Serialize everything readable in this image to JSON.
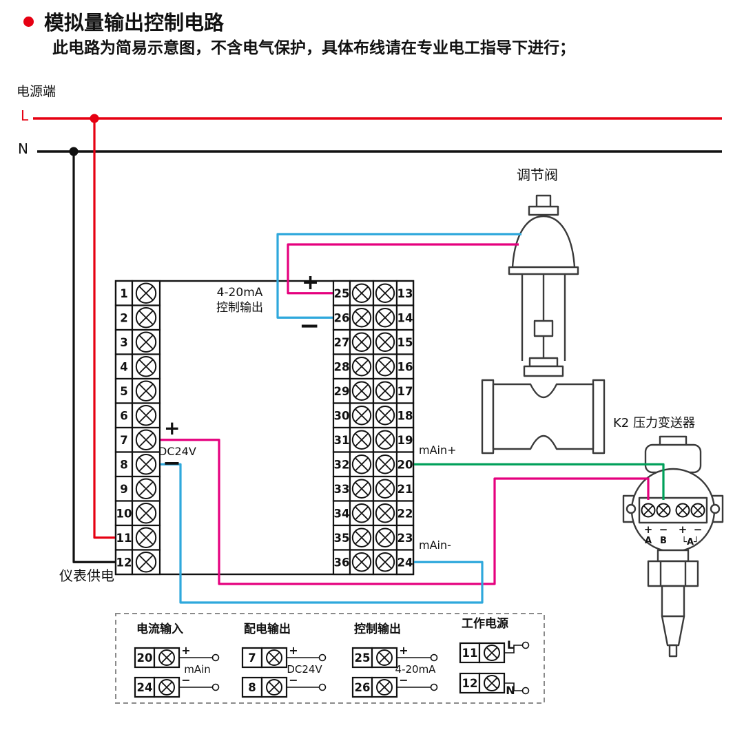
{
  "page": {
    "title": "模拟量输出控制电路",
    "subtitle": "此电路为简易示意图，不含电气保护，具体布线请在专业电工指导下进行；"
  },
  "power": {
    "section_label": "电源端",
    "live_label": "L",
    "neutral_label": "N"
  },
  "instrument": {
    "left_terminals": [
      "1",
      "2",
      "3",
      "4",
      "5",
      "6",
      "7",
      "8",
      "9",
      "10",
      "11",
      "12"
    ],
    "mid_left_terminals": [
      "25",
      "26",
      "27",
      "28",
      "29",
      "30",
      "31",
      "32",
      "33",
      "34",
      "35",
      "36"
    ],
    "mid_right_terminals": [
      "13",
      "14",
      "15",
      "16",
      "17",
      "18",
      "19",
      "20",
      "21",
      "22",
      "23",
      "24"
    ],
    "control_output_label_line1": "4-20mA",
    "control_output_label_line2": "控制输出",
    "control_output_plus": "+",
    "control_output_minus": "−",
    "dc24v_plus": "+",
    "dc24v_label": "DC24V",
    "dc24v_minus": "−",
    "main_plus_label": "mAin+",
    "main_minus_label": "mAin-",
    "supply_label": "仪表供电"
  },
  "valve": {
    "label": "调节阀"
  },
  "transmitter": {
    "label": "K2 压力变送器",
    "signs": [
      "+",
      "−",
      "+",
      "−"
    ],
    "names": [
      "A",
      "B",
      "└A┘"
    ]
  },
  "legend": {
    "groups": [
      {
        "title": "电流输入",
        "rows": [
          {
            "num": "20",
            "sign": "+"
          },
          {
            "num": "24",
            "sign": "−"
          }
        ],
        "center_label": "mAin"
      },
      {
        "title": "配电输出",
        "rows": [
          {
            "num": "7",
            "sign": "+"
          },
          {
            "num": "8",
            "sign": "−"
          }
        ],
        "center_label": "DC24V"
      },
      {
        "title": "控制输出",
        "rows": [
          {
            "num": "25",
            "sign": "+"
          },
          {
            "num": "26",
            "sign": "−"
          }
        ],
        "center_label": "4-20mA"
      },
      {
        "title": "工作电源",
        "rows": [
          {
            "num": "11",
            "sign": "L"
          },
          {
            "num": "12",
            "sign": "N"
          }
        ],
        "center_label": ""
      }
    ]
  },
  "colors": {
    "red": "#e60012",
    "black": "#111111",
    "magenta": "#e5007e",
    "blue": "#2ea8dc",
    "green": "#00a05a",
    "mech": "#3a3a3a"
  }
}
